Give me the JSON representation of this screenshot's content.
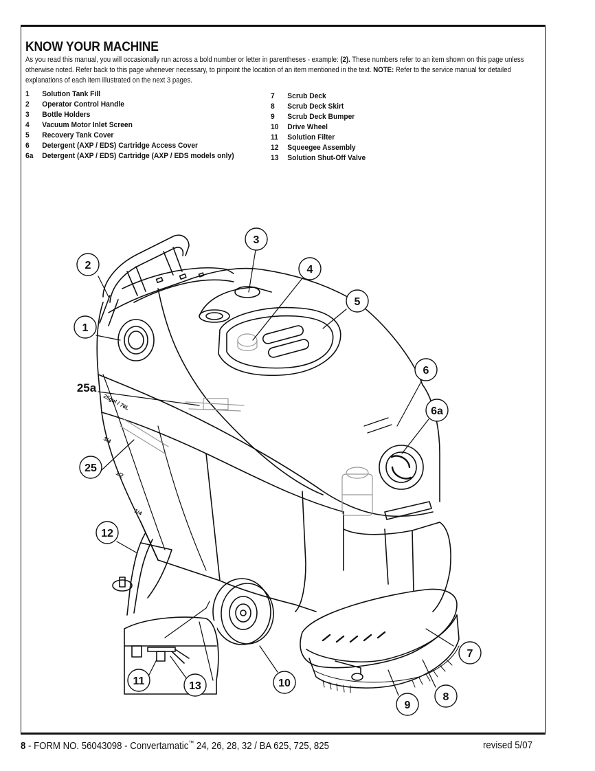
{
  "heading": "KNOW YOUR MACHINE",
  "intro": {
    "part1": "As you read this manual, you will occasionally run across a bold number or letter in parentheses - example: ",
    "example": "(2).",
    "part2": " These numbers refer to an item shown on this page unless otherwise noted.  Refer back to this page whenever necessary, to pinpoint the location of an item mentioned in the text.  ",
    "note_label": "NOTE:",
    "part3": "  Refer to the service manual for detailed explanations of each item illustrated on the next 3 pages."
  },
  "items_left": [
    {
      "num": "1",
      "label": "Solution Tank Fill"
    },
    {
      "num": "2",
      "label": "Operator Control Handle"
    },
    {
      "num": "3",
      "label": "Bottle Holders"
    },
    {
      "num": "4",
      "label": "Vacuum Motor Inlet Screen"
    },
    {
      "num": "5",
      "label": "Recovery Tank Cover"
    },
    {
      "num": "6",
      "label": "Detergent (AXP / EDS) Cartridge Access Cover"
    },
    {
      "num": "6a",
      "label": "Detergent (AXP / EDS) Cartridge (AXP / EDS models only)"
    }
  ],
  "items_right": [
    {
      "num": "7",
      "label": "Scrub Deck"
    },
    {
      "num": "8",
      "label": "Scrub Deck Skirt"
    },
    {
      "num": "9",
      "label": "Scrub Deck Bumper"
    },
    {
      "num": "10",
      "label": "Drive Wheel"
    },
    {
      "num": "11",
      "label": "Solution Filter"
    },
    {
      "num": "12",
      "label": "Squeegee Assembly"
    },
    {
      "num": "13",
      "label": "Solution Shut-Off Valve"
    }
  ],
  "callouts": [
    "1",
    "2",
    "3",
    "4",
    "5",
    "6",
    "6a",
    "7",
    "8",
    "9",
    "10",
    "11",
    "12",
    "13",
    "25",
    "25a"
  ],
  "tank_markings": [
    "25gal / 76L",
    "3/4",
    "1/2",
    "1/4"
  ],
  "footer": {
    "page": "8",
    "form": " - FORM NO. 56043098 - Convertamatic",
    "tm": "™",
    "models": " 24, 26, 28, 32 / BA 625, 725, 825",
    "revised": "revised 5/07"
  }
}
